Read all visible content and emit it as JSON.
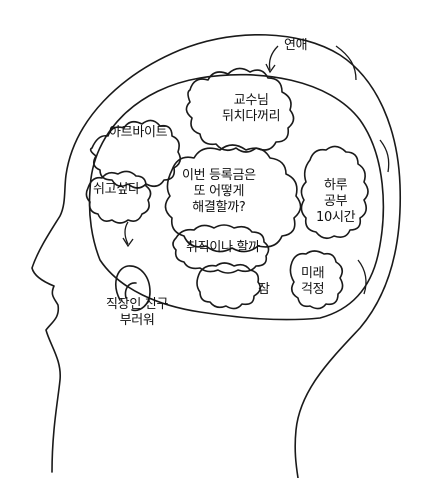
{
  "labels": {
    "romance": "연애",
    "parttime": "아르바이트",
    "professor": [
      "교수님",
      "뒤치다꺼리"
    ],
    "tuition": [
      "이번 등록금은",
      "또 어떻게",
      "해결할까?"
    ],
    "rest": "쉬고싶다",
    "study": [
      "하루",
      "공부",
      "10시간"
    ],
    "job": "취직이나 할까",
    "sleep": "잠",
    "future": [
      "미래",
      "걱정"
    ],
    "envy": [
      "직장인 친구",
      "부러워"
    ]
  },
  "colors": {
    "line": "#1a1a1a",
    "background": "#ffffff"
  }
}
